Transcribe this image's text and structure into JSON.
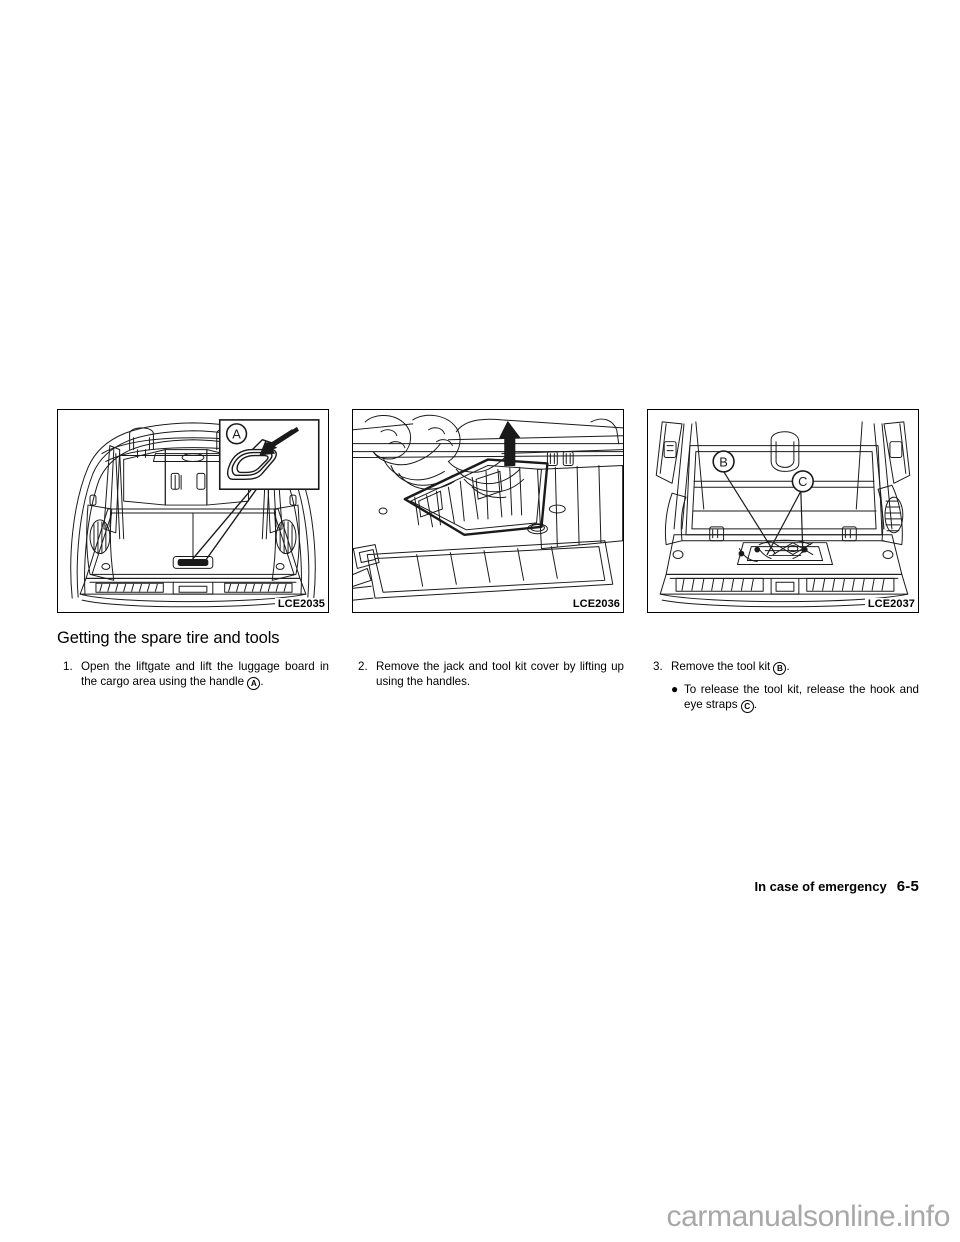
{
  "document": {
    "type": "car-owner-manual-page",
    "page_number": "6-5",
    "footer_section": "In case of emergency",
    "watermark": "carmanualsonline.info"
  },
  "figures": [
    {
      "code": "LCE2035",
      "caption_position": "bottom-right",
      "description": "Cargo area of SUV seen through open liftgate with luggage board handle; inset detail box at upper right shows handle being pulled",
      "callouts": [
        "A"
      ]
    },
    {
      "code": "LCE2036",
      "caption_position": "bottom-right",
      "description": "Hands lifting the jack and tool kit cover upward out of the cargo floor; bold up arrow",
      "callouts": []
    },
    {
      "code": "LCE2037",
      "caption_position": "bottom-right",
      "description": "Cargo floor with tool kit secured by hook and eye straps",
      "callouts": [
        "B",
        "C"
      ]
    }
  ],
  "columns": [
    {
      "title": "Getting the spare tire and tools",
      "items": [
        {
          "marker": "1.",
          "text_before": "Open the liftgate and lift the luggage board in the cargo area using the handle ",
          "circled": "A",
          "text_after": "."
        }
      ]
    },
    {
      "title": "",
      "items": [
        {
          "marker": "2.",
          "text_before": "Remove the jack and tool kit cover by lifting up using the handles.",
          "circled": "",
          "text_after": ""
        }
      ]
    },
    {
      "title": "",
      "items": [
        {
          "marker": "3.",
          "text_before": "Remove the tool kit ",
          "circled": "B",
          "text_after": "."
        }
      ],
      "bullets": [
        {
          "text_before": "To release the tool kit, release the hook and eye straps ",
          "circled": "C",
          "text_after": "."
        }
      ]
    }
  ]
}
